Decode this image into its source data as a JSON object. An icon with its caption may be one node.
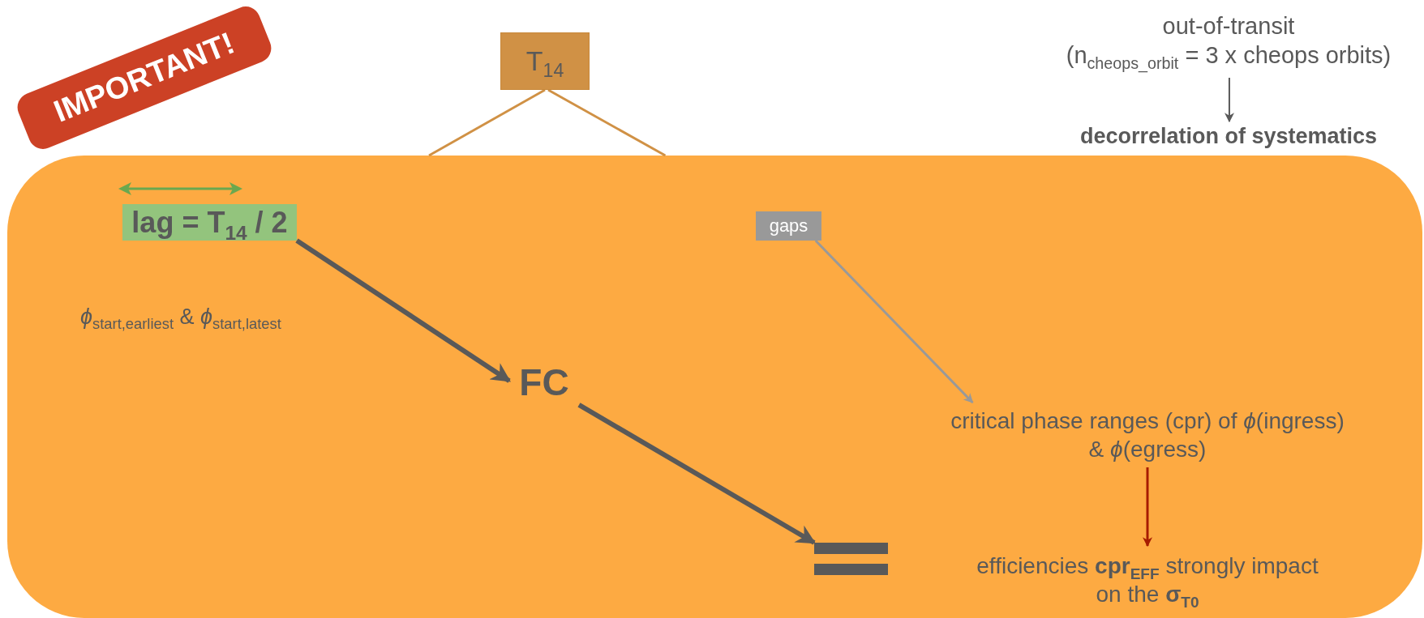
{
  "diagram": {
    "nodes": [
      {
        "text": [
          "IMPORTANT!"
        ]
      },
      {
        "text": [
          "T$_{14}$"
        ]
      },
      {
        "text": [
          "out-of-transit (n$_{cheops_orbit}$ = 3 x cheops orbits)"
        ]
      },
      {
        "text": [
          "decorrelation of systematics"
        ]
      },
      {
        "text": [],
        "shape": "box"
      },
      {
        "text": [
          "lag = T$_{14}$ / 2"
        ],
        "in": 4
      },
      {
        "text": [
          "gaps"
        ],
        "in": 4
      },
      {
        "text": [
          "FC"
        ],
        "in": 4
      },
      {
        "text": [
          "critical phase ranges (cpr) of *ϕ*(ingress) & *ϕ*(egress)"
        ],
        "in": 4
      },
      {
        "text": [],
        "shape": "bar",
        "in": 4
      },
      {
        "text": [
          "efficiencies **cpr**$_{EFF}$ strongly impact on the **σ**$_{T0}$"
        ],
        "in": 4
      }
    ],
    "edges": [
      {
        "from": 1,
        "to": 4,
        "arrow": "none",
        "color": "#d09145"
      },
      {
        "from": 1,
        "to": 4,
        "arrow": "none",
        "color": "#d09145"
      },
      {
        "from": 2,
        "to": 3,
        "arrow": "to"
      },
      {
        "from": 5,
        "to": 7,
        "arrow": "to",
        "style": "thick"
      },
      {
        "from": 6,
        "to": 8,
        "arrow": "to",
        "color": "#999999"
      },
      {
        "from": 7,
        "to": 9,
        "arrow": "to",
        "style": "thick"
      },
      {
        "from": 8,
        "to": 10,
        "arrow": "to",
        "color": "#a61c00"
      }
    ],
    "labels": [
      "*ϕ*$_{start,earliest}$ & *ϕ*$_{start,latest}$"
    ]
  }
}
